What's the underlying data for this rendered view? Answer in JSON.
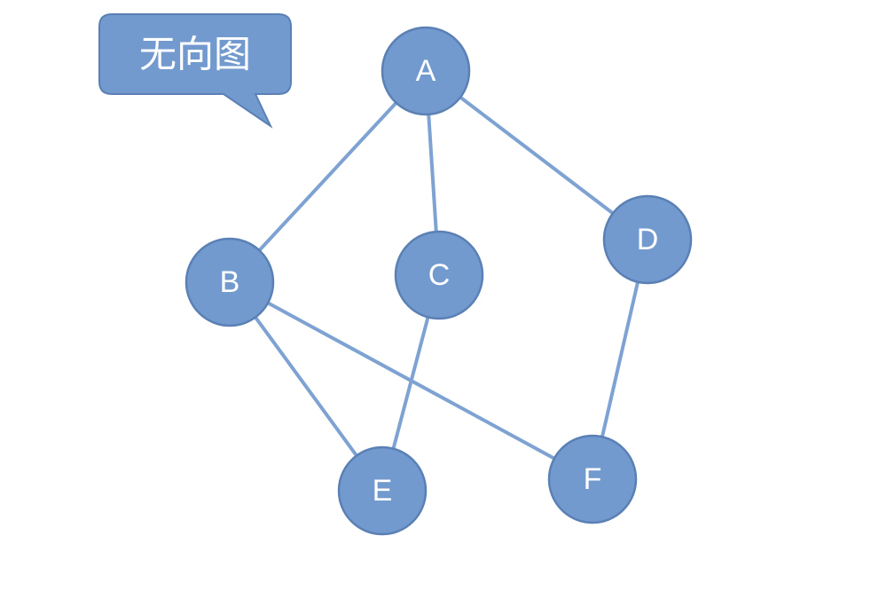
{
  "callout": {
    "text": "无向图"
  },
  "graph": {
    "nodes": [
      {
        "id": "A",
        "label": "A"
      },
      {
        "id": "B",
        "label": "B"
      },
      {
        "id": "C",
        "label": "C"
      },
      {
        "id": "D",
        "label": "D"
      },
      {
        "id": "E",
        "label": "E"
      },
      {
        "id": "F",
        "label": "F"
      }
    ],
    "edges": [
      {
        "from": "A",
        "to": "B"
      },
      {
        "from": "A",
        "to": "C"
      },
      {
        "from": "A",
        "to": "D"
      },
      {
        "from": "B",
        "to": "E"
      },
      {
        "from": "B",
        "to": "F"
      },
      {
        "from": "C",
        "to": "E"
      },
      {
        "from": "D",
        "to": "F"
      }
    ]
  },
  "colors": {
    "node_fill": "#729acf",
    "node_stroke": "#5a80b4",
    "edge": "#7ea2d2",
    "label": "#ffffff",
    "callout_fill": "#729acf",
    "callout_stroke": "#5a80b4"
  }
}
